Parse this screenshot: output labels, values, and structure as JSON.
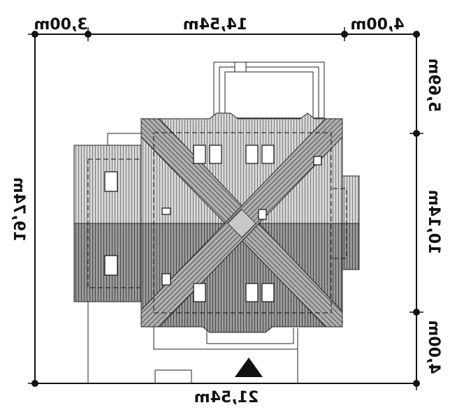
{
  "dimensions": {
    "top_left": "3,00m",
    "top_middle": "14,54m",
    "top_right": "4,00m",
    "bottom": "21,54m",
    "left": "19,74m",
    "right_top": "5,69m",
    "right_middle": "10,14m",
    "right_bottom": "4,00m"
  },
  "colors": {
    "line": "#111111",
    "roof_light": "#c4c4c4",
    "roof_dark": "#8a8a8a",
    "ridge_strip": "#9a9a9a",
    "marker": "#111111"
  },
  "icons": {
    "entrance_marker": "triangle-up"
  }
}
